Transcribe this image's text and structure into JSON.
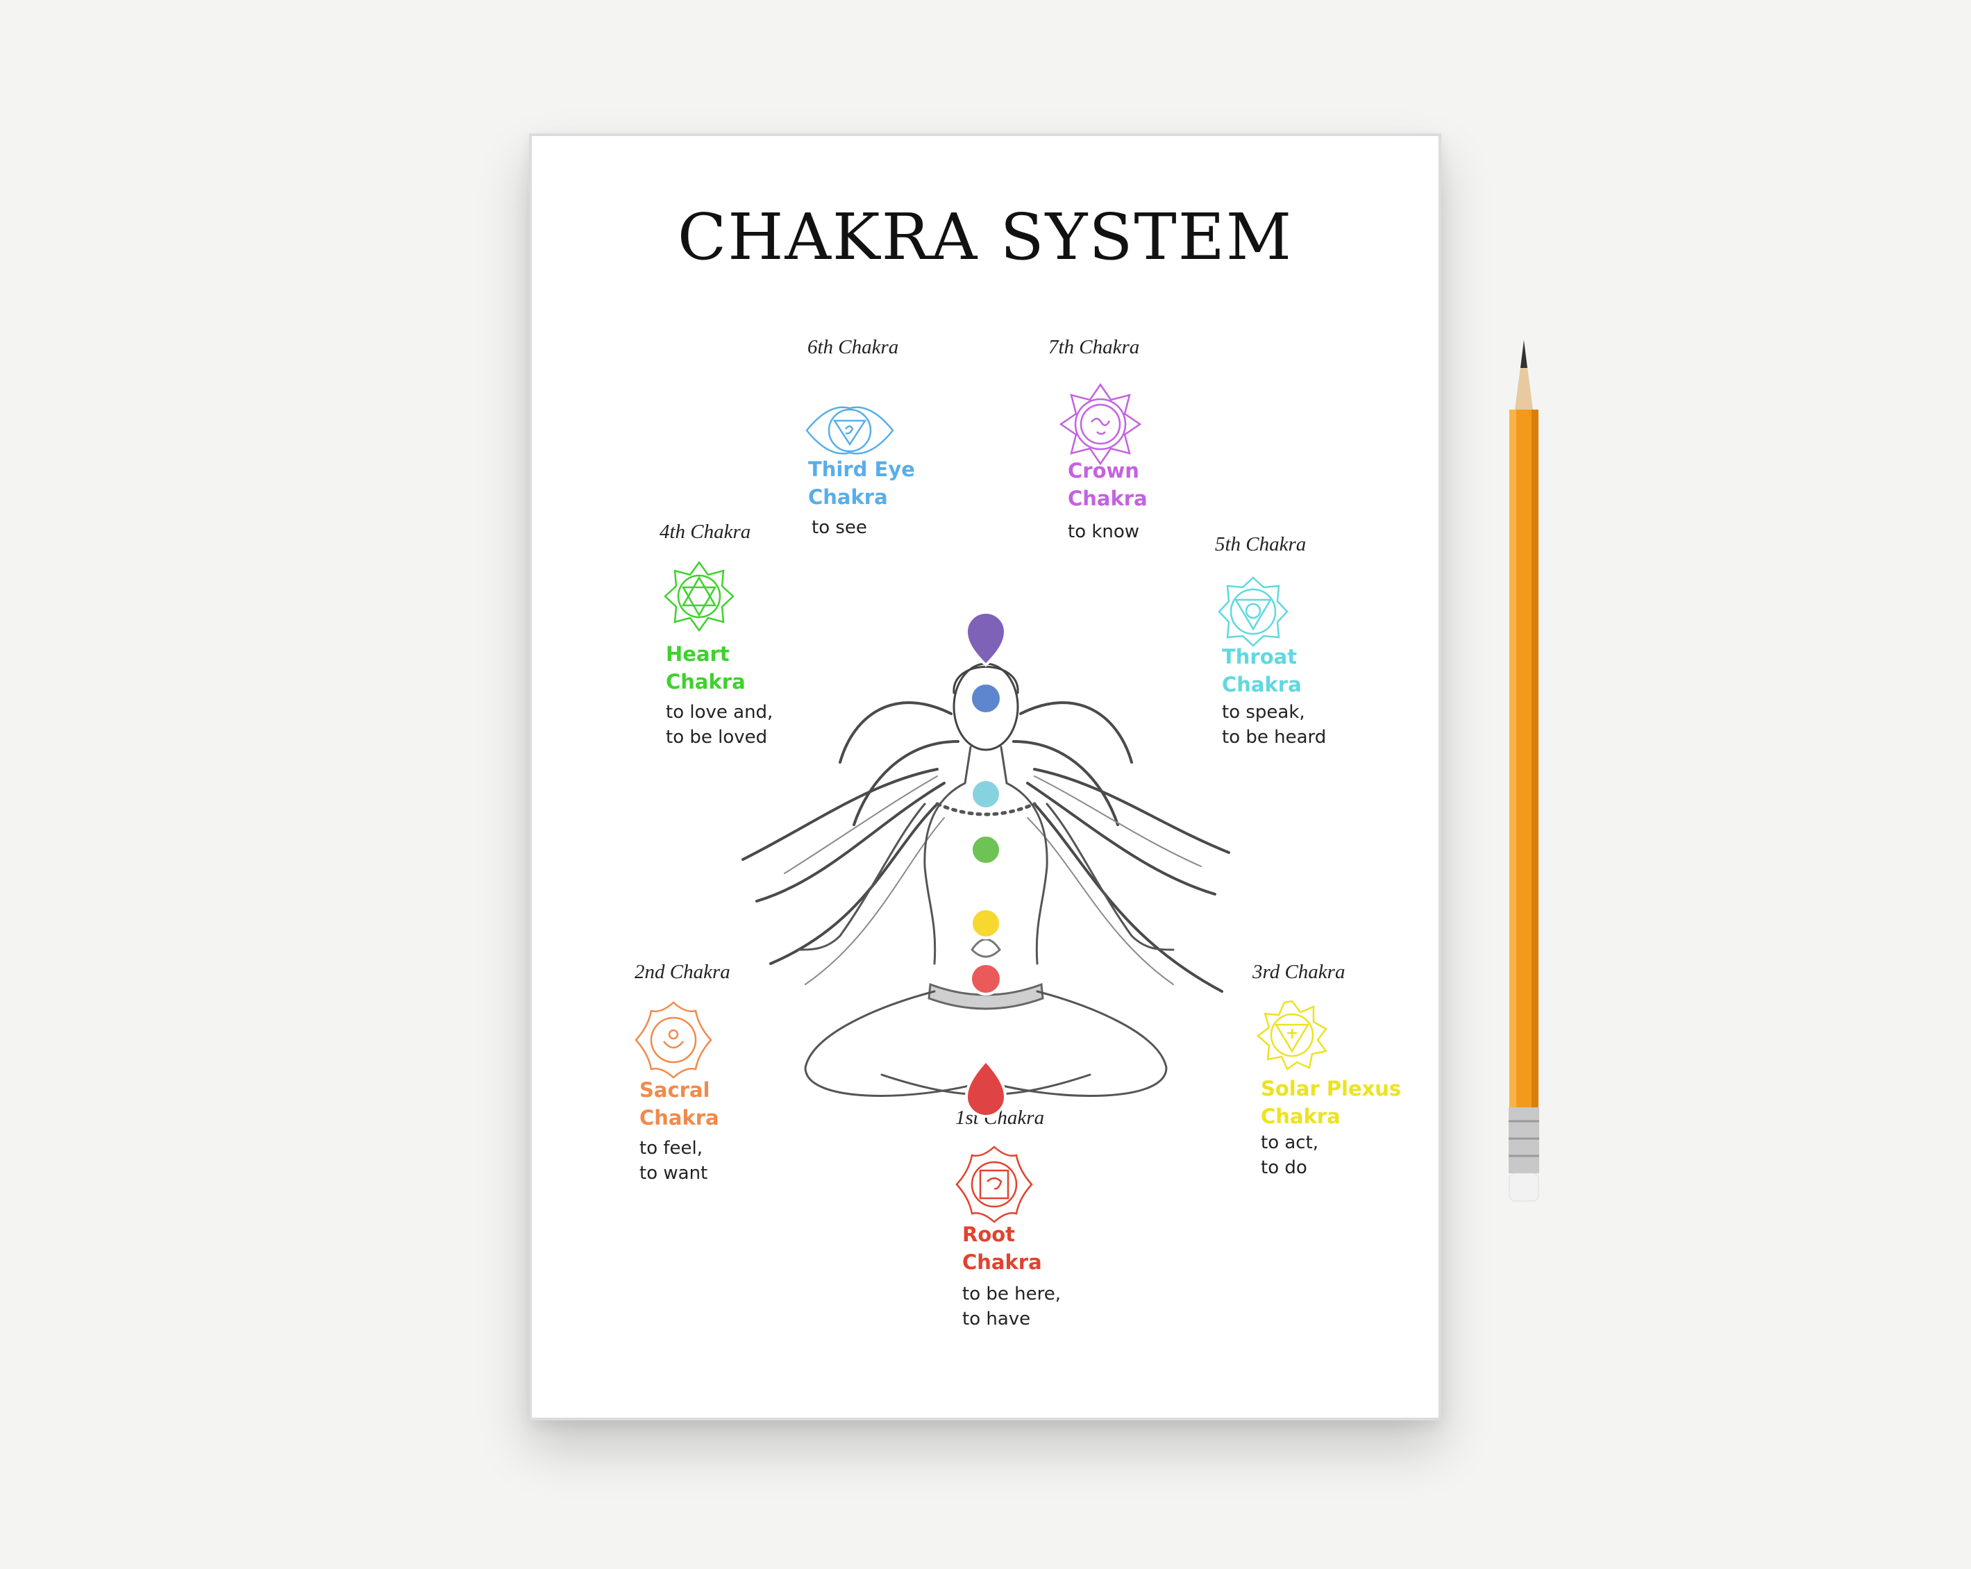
{
  "title": "CHAKRA SYSTEM",
  "chakras": [
    {
      "number": "1st Chakra",
      "name": "Root\nChakra",
      "meaning": "to be here,\nto have",
      "color": "#e0432f",
      "icon": "root-chakra-symbol"
    },
    {
      "number": "2nd Chakra",
      "name": "Sacral\nChakra",
      "meaning": "to feel,\nto want",
      "color": "#f28a4b",
      "icon": "sacral-chakra-symbol"
    },
    {
      "number": "3rd Chakra",
      "name": "Solar Plexus\nChakra",
      "meaning": "to act,\nto do",
      "color": "#ece320",
      "icon": "solar-plexus-chakra-symbol"
    },
    {
      "number": "4th Chakra",
      "name": "Heart\nChakra",
      "meaning": "to love and,\nto be loved",
      "color": "#3fd12d",
      "icon": "heart-chakra-symbol"
    },
    {
      "number": "5th Chakra",
      "name": "Throat\nChakra",
      "meaning": "to speak,\nto be heard",
      "color": "#5fd9de",
      "icon": "throat-chakra-symbol"
    },
    {
      "number": "6th Chakra",
      "name": "Third Eye\nChakra",
      "meaning": "to see",
      "color": "#58aeea",
      "icon": "third-eye-chakra-symbol"
    },
    {
      "number": "7th Chakra",
      "name": "Crown\nChakra",
      "meaning": "to know",
      "color": "#c462e0",
      "icon": "crown-chakra-symbol"
    }
  ],
  "figure": {
    "icon": "meditating-woman-illustration",
    "energy_point_colors": [
      "#7d62b8",
      "#5e86cf",
      "#86d3df",
      "#6fc255",
      "#f6d82f",
      "#ea5a5a",
      "#e04343"
    ]
  },
  "props": {
    "icon": "pencil",
    "color": "#f39a1c"
  }
}
